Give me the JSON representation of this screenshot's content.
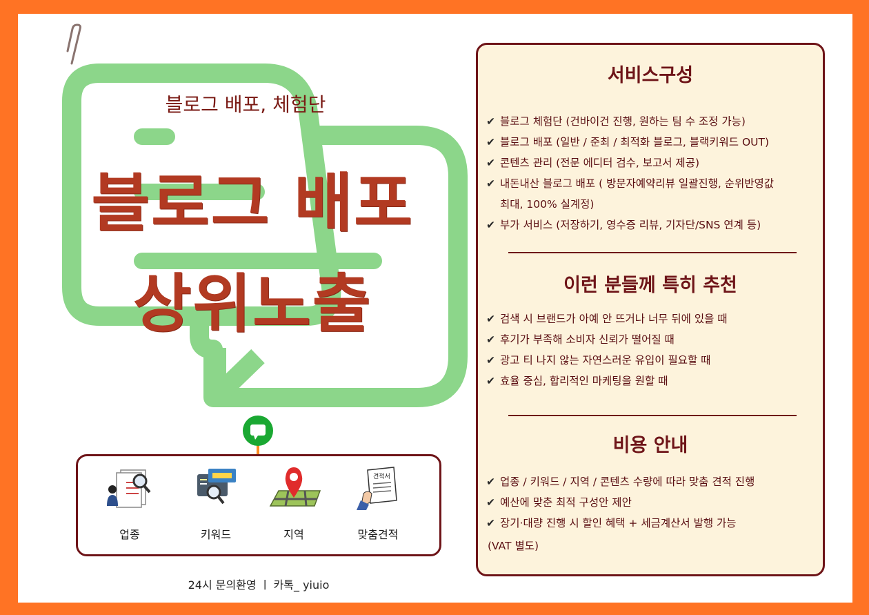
{
  "left": {
    "subtitle": "블로그 배포, 체험단",
    "headline_line1": "블로그 배포",
    "headline_line2": "상위노출",
    "categories": [
      {
        "label": "업종",
        "icon": "documents-magnifier-icon"
      },
      {
        "label": "키워드",
        "icon": "keyword-screen-icon"
      },
      {
        "label": "지역",
        "icon": "map-pin-icon"
      },
      {
        "label": "맞춤견적",
        "icon": "estimate-paper-icon"
      }
    ],
    "estimate_tag": "견적서",
    "contact": "24시 문의환영  ㅣ  카톡_ yiuio"
  },
  "panel": {
    "services": {
      "title": "서비스구성",
      "items": [
        "블로그 체험단 (건바이건 진행, 원하는 팀 수 조정 가능)",
        "블로그 배포 (일반 / 준최 / 최적화 블로그, 블랙키워드 OUT)",
        "콘텐츠 관리 (전문 에디터 검수, 보고서 제공)",
        "내돈내산 블로그 배포 ( 방문자예약리뷰 일괄진행, 순위반영값",
        "부가 서비스 (저장하기, 영수증 리뷰, 기자단/SNS 연계 등)"
      ],
      "item4_cont": "최대, 100% 실계정)"
    },
    "recommend": {
      "title": "이런 분들께 특히 추천",
      "items": [
        "검색 시 브랜드가 아예 안 뜨거나 너무 뒤에 있을 때",
        "후기가 부족해 소비자 신뢰가 떨어질 때",
        "광고 티 나지 않는 자연스러운 유입이 필요할 때",
        "효율 중심, 합리적인 마케팅을 원할 때"
      ]
    },
    "pricing": {
      "title": "비용 안내",
      "items": [
        "업종 / 키워드 / 지역 / 콘텐츠 수량에 따라 맞춤 견적 진행",
        "예산에 맞춘 최적 구성안 제안",
        "장기·대량 진행 시 할인 혜택 + 세금계산서 발행 가능"
      ],
      "note": "(VAT 별도)"
    },
    "check": "✔"
  },
  "colors": {
    "frame": "#ff7324",
    "bubble_green": "#8cd68a",
    "headline": "#b23a22",
    "panel_bg": "#fdf3dc",
    "border": "#6e1418"
  }
}
